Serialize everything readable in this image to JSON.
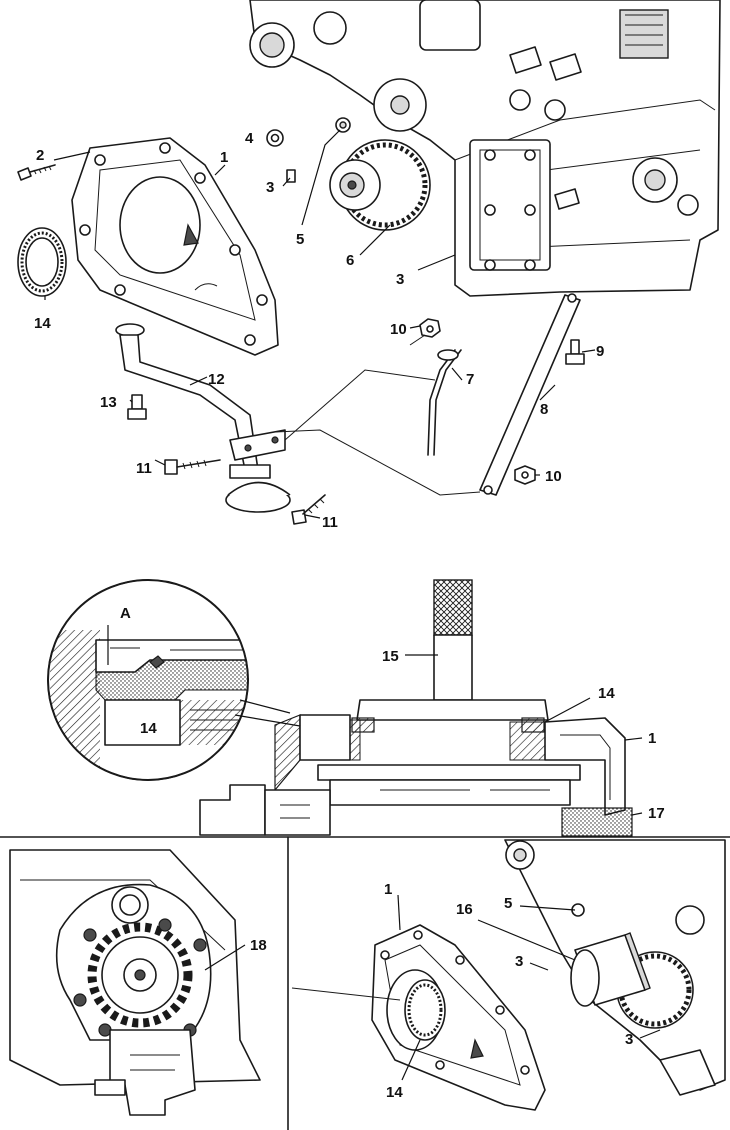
{
  "callouts": {
    "top": [
      "1",
      "2",
      "3",
      "3",
      "4",
      "5",
      "6",
      "7",
      "8",
      "9",
      "10",
      "10",
      "11",
      "11",
      "12",
      "13",
      "14"
    ],
    "section": [
      "A",
      "14",
      "15",
      "14",
      "1",
      "17"
    ],
    "bottom_left": [
      "18"
    ],
    "bottom_right": [
      "1",
      "16",
      "5",
      "3",
      "3",
      "14"
    ]
  },
  "colors": {
    "ink": "#1a1a1a",
    "paper": "#ffffff",
    "shade": "#d9d9d9"
  }
}
